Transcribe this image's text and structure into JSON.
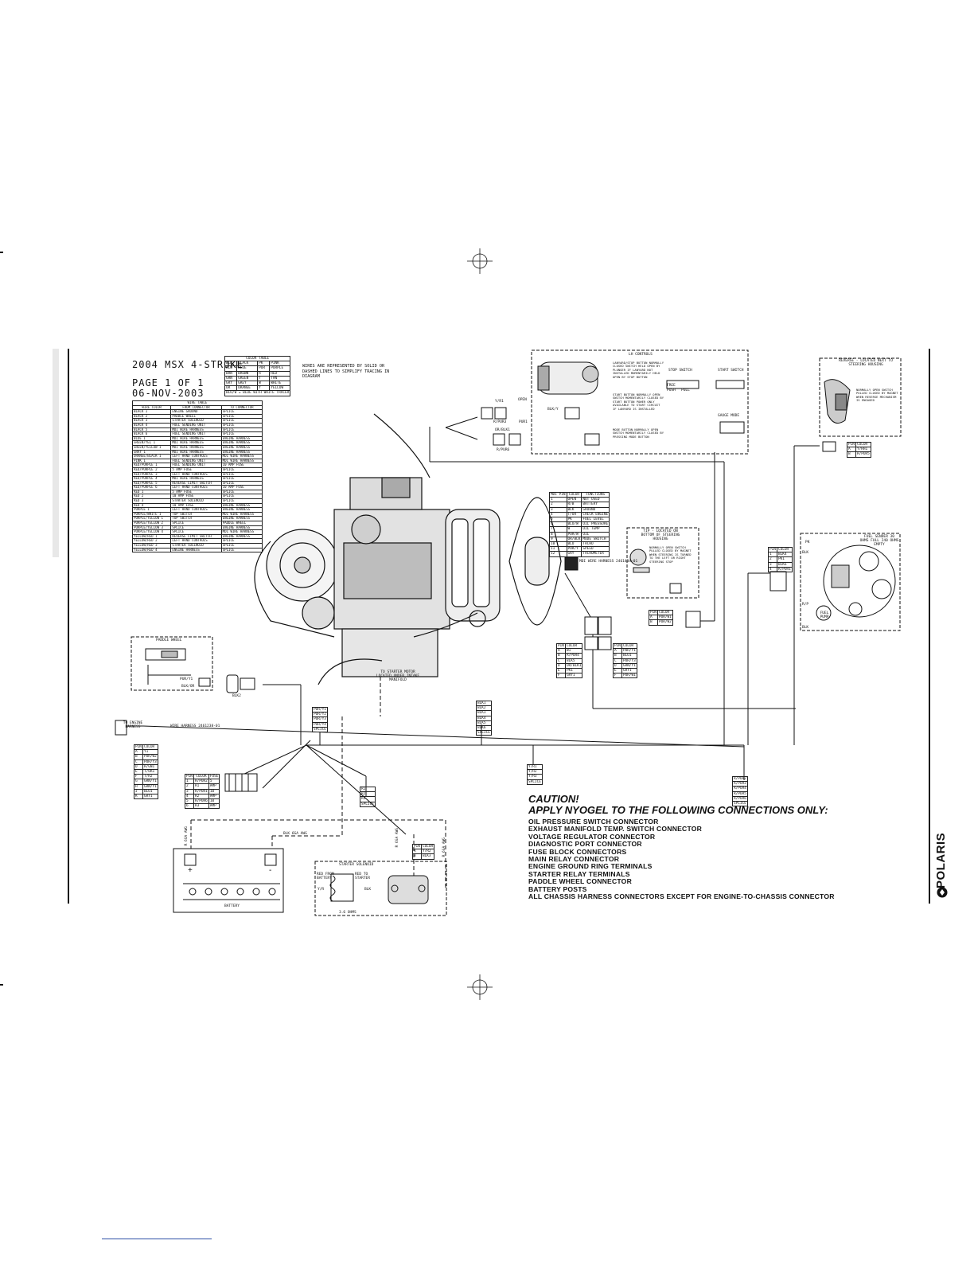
{
  "header": {
    "model": "2004 MSX 4-STROKE",
    "page": "PAGE 1 OF 1",
    "date": "06-NOV-2003"
  },
  "color_table": {
    "title": "COLOR TABLE",
    "rows": [
      [
        "BLK",
        "BLACK",
        "PK",
        "PINK"
      ],
      [
        "BLU",
        "BLUE",
        "PUR",
        "PURPLE"
      ],
      [
        "BRN",
        "BROWN",
        "R",
        "RED"
      ],
      [
        "GRN",
        "GREEN",
        "T",
        "TAN"
      ],
      [
        "GRY",
        "GREY",
        "W",
        "WHITE"
      ],
      [
        "OR",
        "ORANGE",
        "Y",
        "YELLOW"
      ]
    ],
    "footer": "BLU/W = BLUE WITH WHITE TRACER",
    "note": "WIRES ARE REPRESENTED BY SOLID OR DASHED LINES TO SIMPLIFY TRACING IN DIAGRAM"
  },
  "wire_table": {
    "title": "WIRE TABLE",
    "headers": [
      "WIRE COLOR",
      "FROM CONNECTOR",
      "TO CONNECTOR"
    ],
    "rows": [
      [
        "BLACK 1",
        "ENGINE GROUND",
        "SPLICE"
      ],
      [
        "BLACK 2",
        "PADDLE WHEEL",
        "SPLICE"
      ],
      [
        "BLACK 3",
        "STARTER SOLENOID",
        "SPLICE"
      ],
      [
        "BLACK 4",
        "FUEL SENDING UNIT",
        "SPLICE"
      ],
      [
        "BLACK 5",
        "MDI WIRE HARNESS",
        "SPLICE"
      ],
      [
        "BLACK 6",
        "FUEL SENDING UNIT",
        "SPLICE"
      ],
      [
        "BLUE 1",
        "MDI WIRE HARNESS",
        "ENGINE HARNESS"
      ],
      [
        "GREEN/YEL 1",
        "MDI WIRE HARNESS",
        "ENGINE HARNESS"
      ],
      [
        "GREEN/YELLOW 1",
        "MDI WIRE HARNESS",
        "ENGINE HARNESS"
      ],
      [
        "GRAY 1",
        "MDI WIRE HARNESS",
        "ENGINE HARNESS"
      ],
      [
        "ORANGE/BLACK 1",
        "LEFT HAND CONTROLS",
        "MDI WIRE HARNESS"
      ],
      [
        "PINK 1",
        "FUEL SENDING UNIT",
        "MDI WIRE HARNESS"
      ],
      [
        "RED/PURPLE 1",
        "FUEL SENDING UNIT",
        "10 AMP FUSE"
      ],
      [
        "RED/PURPLE 2",
        "5 AMP FUSE",
        "SPLICE"
      ],
      [
        "RED/PURPLE 3",
        "LEFT HAND CONTROLS",
        "SPLICE"
      ],
      [
        "RED/PURPLE 4",
        "MDI WIRE HARNESS",
        "SPLICE"
      ],
      [
        "RED/PURPLE 5",
        "REVERSE LIMIT SWITCH",
        "SPLICE"
      ],
      [
        "RED/PURPLE 6",
        "LEFT HAND CONTROLS",
        "10 AMP FUSE"
      ],
      [
        "RED 1",
        "5 AMP FUSE",
        "SPLICE"
      ],
      [
        "RED 2",
        "10 AMP FUSE",
        "SPLICE"
      ],
      [
        "RED 3",
        "STARTER SOLENOID",
        "SPLICE"
      ],
      [
        "RED 4",
        "10 AMP FUSE",
        "ENGINE HARNESS"
      ],
      [
        "PURPLE 1",
        "LEFT HAND CONTROLS",
        "ENGINE HARNESS"
      ],
      [
        "PURPLE/WHITE 1",
        "TOP SWITCH",
        "MDI WIRE HARNESS"
      ],
      [
        "PURPLE/YELLOW 1",
        "TOP SWITCH",
        "ENGINE HARNESS"
      ],
      [
        "PURPLE/YELLOW 2",
        "SPLICE",
        "PADDLE WHEEL"
      ],
      [
        "PURPLE/YELLOW 3",
        "SPLICE",
        "ENGINE HARNESS"
      ],
      [
        "PURPLE/YELLOW 4",
        "SPLICE",
        "MDI WIRE HARNESS"
      ],
      [
        "YELLOW/RED 1",
        "REVERSE LIMIT SWITCH",
        "ENGINE HARNESS"
      ],
      [
        "YELLOW/RED 2",
        "LEFT HAND CONTROLS",
        "SPLICE"
      ],
      [
        "YELLOW/RED 3",
        "STARTER SOLENOID",
        "SPLICE"
      ],
      [
        "YELLOW/RED 4",
        "ENGINE HARNESS",
        "SPLICE"
      ]
    ]
  },
  "lh_controls": {
    "title": "LH CONTROLS",
    "lanyard": "LANYARD/STOP BUTTON NORMALLY CLOSED SWITCH HELD OPEN BY PLUNGER IF LANYARD NOT INSTALLED MOMENTARILY HELD OPEN BY STOP BUTTON",
    "start": "START BUTTON NORMALLY OPEN SWITCH MOMENTARILY CLOSED BY START BUTTON POWER ONLY AVAILABLE TO START CIRCUIT IF LANYARD IS INSTALLED",
    "mode": "MODE BUTTON NORMALLY OPEN SWITCH MOMENTARILY CLOSED BY PRESSING MODE BUTTON",
    "stop_switch": "STOP SWITCH",
    "start_switch": "START SWITCH",
    "gauge_mode": "GAUGE MODE",
    "open": "OPEN",
    "push": "PUSH",
    "free": "FREE",
    "pull": "PULL",
    "wires": [
      "Y/R1",
      "R/PUR3",
      "PUR1",
      "BLK/Y",
      "OR/BLK1",
      "R/PUR6"
    ]
  },
  "reverse": {
    "title": "REVERSE - LOCATED NEXT TO STEERING HOUSING",
    "desc": "NORMALLY OPEN SWITCH PULLED CLOSED BY MAGNET WHEN REVERSE MECHANISM IS ENGAGED",
    "pins": [
      [
        "PIN",
        "COLOR"
      ],
      [
        "A",
        "Y/RH1"
      ],
      [
        "B",
        "R/PUR5"
      ]
    ]
  },
  "mdi_functions": {
    "headers": [
      "MDI PIN",
      "COLOR",
      "FUNCTIONS"
    ],
    "rows": [
      [
        "1",
        "OPEN",
        "NOT USED"
      ],
      [
        "2",
        "R/B",
        "BATTERY"
      ],
      [
        "3",
        "BLK",
        "GROUND"
      ],
      [
        "4",
        "T/OR",
        "CHECK ENGINE"
      ],
      [
        "5",
        "PK",
        "FUEL LEVEL"
      ],
      [
        "6",
        "BLU/W",
        "OIL PRESSURE"
      ],
      [
        "7",
        "W",
        "OIL TEMP"
      ],
      [
        "8",
        "PUR/W",
        "OIL"
      ],
      [
        "9",
        "OR/BLK",
        "MODE SWITCH"
      ],
      [
        "10",
        "BLU",
        "TACHO"
      ],
      [
        "11",
        "PUR/Y",
        "SPEED"
      ],
      [
        "12",
        "GRY",
        "TACHOMETER"
      ]
    ],
    "harness": "MDI WIRE HARNESS 2461434-01"
  },
  "tip_sensor": {
    "title": "TIP - LOCATED ON BOTTOM OF STEERING HOUSING",
    "desc": "NORMALLY OPEN SWITCH PULLED CLOSED BY MAGNET WHEN STEERING IS TURNED TO THE LEFT OR RIGHT STEERING STOP",
    "pins": [
      [
        "PIN",
        "COLOR"
      ],
      [
        "A",
        "PUR/W1"
      ],
      [
        "B",
        "PUR/W2"
      ]
    ]
  },
  "fuel_sender": {
    "title": "FUEL SENDER 30 OHMS FULL 240 OHMS EMPTY",
    "pins": [
      [
        "PIN",
        "COLOR"
      ],
      [
        "1",
        "BLK4"
      ],
      [
        "2",
        "PK1"
      ],
      [
        "3",
        "BLK6"
      ],
      [
        "4",
        "R/PUR1"
      ]
    ],
    "labels": [
      "PK",
      "BLK",
      "R/P",
      "BLK",
      "FUEL PUMP"
    ]
  },
  "paddle_wheel": {
    "title": "PADDLE WHEEL",
    "wires": [
      "PUR/Y1",
      "BLK2",
      "BLK/OR"
    ]
  },
  "engine_connector": {
    "to": "TO ENGINE HARNESS",
    "harness": "WIRE HARNESS 2461238-01",
    "pins": [
      [
        "PIN",
        "COLOR"
      ],
      [
        "A",
        "Y1"
      ],
      [
        "B",
        "PUR/W2"
      ],
      [
        "C",
        "PUR/Y3"
      ],
      [
        "D",
        "R/GN1"
      ],
      [
        "E",
        "T/OR1"
      ],
      [
        "F",
        "T/R2"
      ],
      [
        "G",
        "GRN/Y1"
      ],
      [
        "H",
        "GRN/Y1"
      ],
      [
        "J",
        "BLU1"
      ],
      [
        "K",
        "GRY1"
      ]
    ]
  },
  "fuse_block": {
    "headers": [
      "PIN",
      "COLOR",
      "FUSE"
    ],
    "rows": [
      [
        "1",
        "R/PUR2",
        "5"
      ],
      [
        "2",
        "R1",
        "AMP"
      ],
      [
        "3",
        "R/PUR1",
        "10"
      ],
      [
        "4",
        "R2",
        "AMP"
      ],
      [
        "5",
        "R/PUR6",
        "10"
      ],
      [
        "6",
        "R3",
        "AMP"
      ]
    ]
  },
  "connector_a": {
    "pins": [
      [
        "PIN",
        "COLOR"
      ],
      [
        "A",
        "W1"
      ],
      [
        "B",
        "R/PUR4"
      ],
      [
        "C",
        "BLK5"
      ],
      [
        "D",
        "OR/BLK1"
      ],
      [
        "E",
        "PK1"
      ],
      [
        "F",
        "GRY1"
      ]
    ]
  },
  "connector_b": {
    "pins": [
      [
        "PIN",
        "COLOR"
      ],
      [
        "A",
        "PUR/Y1"
      ],
      [
        "B",
        "BLU1"
      ],
      [
        "C",
        "PUR/Y3"
      ],
      [
        "D",
        "GRN/Y1"
      ],
      [
        "E",
        "GRY1"
      ],
      [
        "F",
        "PUR/W1"
      ]
    ]
  },
  "splices": {
    "pur_y": [
      "PUR/Y1",
      "PUR/Y2",
      "PUR/Y3",
      "PUR/Y4",
      "SPLICE"
    ],
    "blk": [
      "BLK1",
      "BLK2",
      "BLK3",
      "BLK4",
      "BLK5",
      "BLK6",
      "SPLICE"
    ],
    "y_r": [
      "Y/R1",
      "Y/R2",
      "Y/R3",
      "SPLICE"
    ],
    "red": [
      "R1",
      "R2",
      "R3",
      "SPLICE"
    ],
    "r_pur": [
      "R/PUR2",
      "R/PUR3",
      "R/PUR4",
      "R/PUR5",
      "R/PUR6",
      "SPLICE"
    ]
  },
  "motor_note": "TO STARTER MOTOR LOCATED UNDER INTAKE MANIFOLD",
  "battery": {
    "label": "BATTERY",
    "pos": "+",
    "neg": "-",
    "wire_pos": "R 6GA AWG",
    "wire_neg": "BLK 6GA AWG"
  },
  "starter_solenoid": {
    "title": "STARTER SOLENOID",
    "red_from": "RED FROM BATTERY",
    "red_to": "RED TO STARTER",
    "coil": "Y/R",
    "blk": "BLK",
    "ohms": "3.6 OHMS",
    "pins": [
      [
        "PIN",
        "COLOR"
      ],
      [
        "A",
        "Y/R2"
      ],
      [
        "B",
        "BLK3"
      ]
    ],
    "wire_a": "R 6GA AWG",
    "wire_b": "R 6GA AWG"
  },
  "caution": {
    "title": "CAUTION!",
    "subtitle": "APPLY NYOGEL TO THE FOLLOWING CONNECTIONS ONLY:",
    "items": [
      "OIL PRESSURE SWITCH CONNECTOR",
      "EXHAUST MANIFOLD TEMP. SWITCH CONNECTOR",
      "VOLTAGE   REGULATOR   CONNECTOR",
      "DIAGNOSTIC  PORT  CONNECTOR",
      "FUSE  BLOCK  CONNECTORS",
      "MAIN  RELAY  CONNECTOR",
      "ENGINE GROUND RING TERMINALS",
      "STARTER  RELAY TERMINALS",
      "PADDLE  WHEEL  CONNECTOR",
      "BATTERY  POSTS",
      "ALL  CHASSIS  HARNESS  CONNECTORS  EXCEPT  FOR  ENGINE-TO-CHASSIS  CONNECTOR"
    ]
  },
  "brand": "POLARIS"
}
